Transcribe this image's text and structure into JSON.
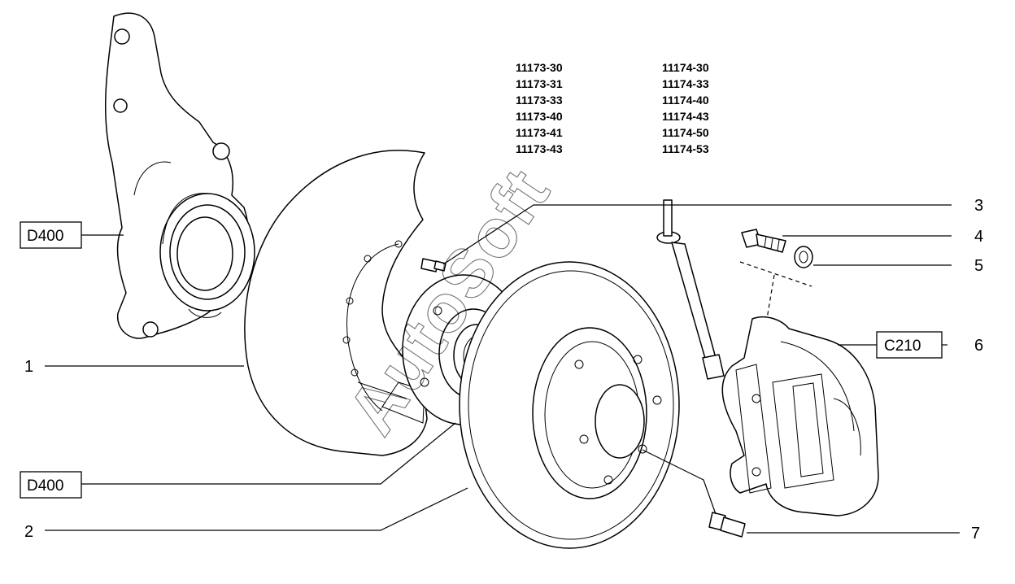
{
  "models": {
    "col1": [
      "11173-30",
      "11173-31",
      "11173-33",
      "11173-40",
      "11173-41",
      "11173-43"
    ],
    "col2": [
      "11174-30",
      "11174-33",
      "11174-40",
      "11174-43",
      "11174-50",
      "11174-53"
    ]
  },
  "watermark": "AutoSoft",
  "callouts": {
    "c1": "1",
    "c2": "2",
    "c3": "3",
    "c4": "4",
    "c5": "5",
    "c6": "6",
    "c7": "7"
  },
  "references": {
    "knuckle": "D400",
    "hub": "D400",
    "caliper": "C210"
  }
}
